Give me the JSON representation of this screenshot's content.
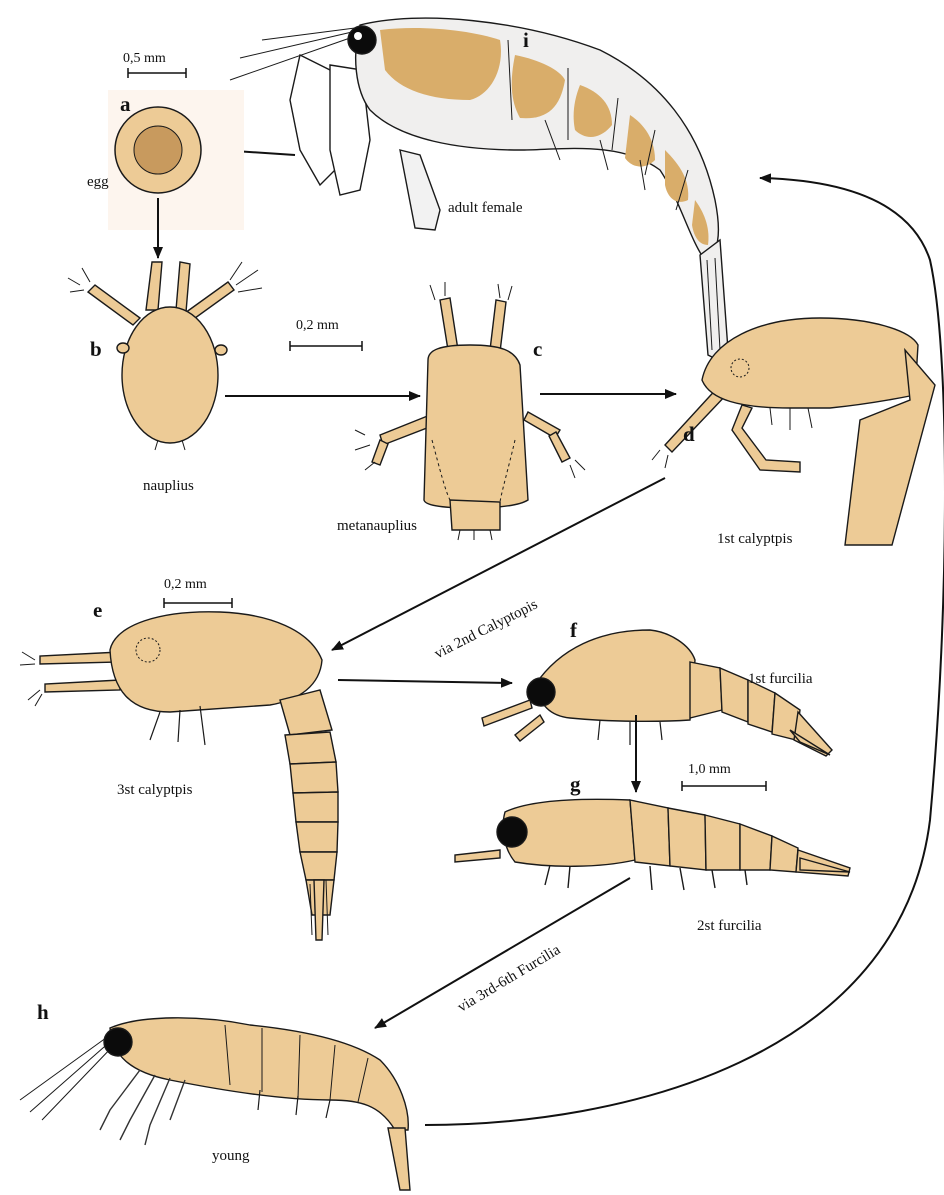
{
  "colors": {
    "body": "#EDCB96",
    "adult_patch": "#D9AD6A",
    "yolk": "#C89A5E",
    "line": "#1a1a1a",
    "eye": "#0b0b0b"
  },
  "stages": {
    "a": {
      "letter": "a",
      "label": "egg",
      "scale": "0,5 mm"
    },
    "b": {
      "letter": "b",
      "label": "nauplius",
      "scale": "0,2 mm"
    },
    "c": {
      "letter": "c",
      "label": "metanauplius"
    },
    "d": {
      "letter": "d",
      "label": "1st calyptpis"
    },
    "e": {
      "letter": "e",
      "label": "3st calyptpis",
      "scale": "0,2 mm"
    },
    "f": {
      "letter": "f",
      "label": "1st furcilia"
    },
    "g": {
      "letter": "g",
      "label": "2st furcilia",
      "scale": "1,0 mm"
    },
    "h": {
      "letter": "h",
      "label": "young"
    },
    "i": {
      "letter": "i",
      "label": "adult female"
    }
  },
  "transitions": {
    "via_calyptopis": "via 2nd Calyptopis",
    "via_furcilia": "via 3rd-6th Furcilia"
  }
}
